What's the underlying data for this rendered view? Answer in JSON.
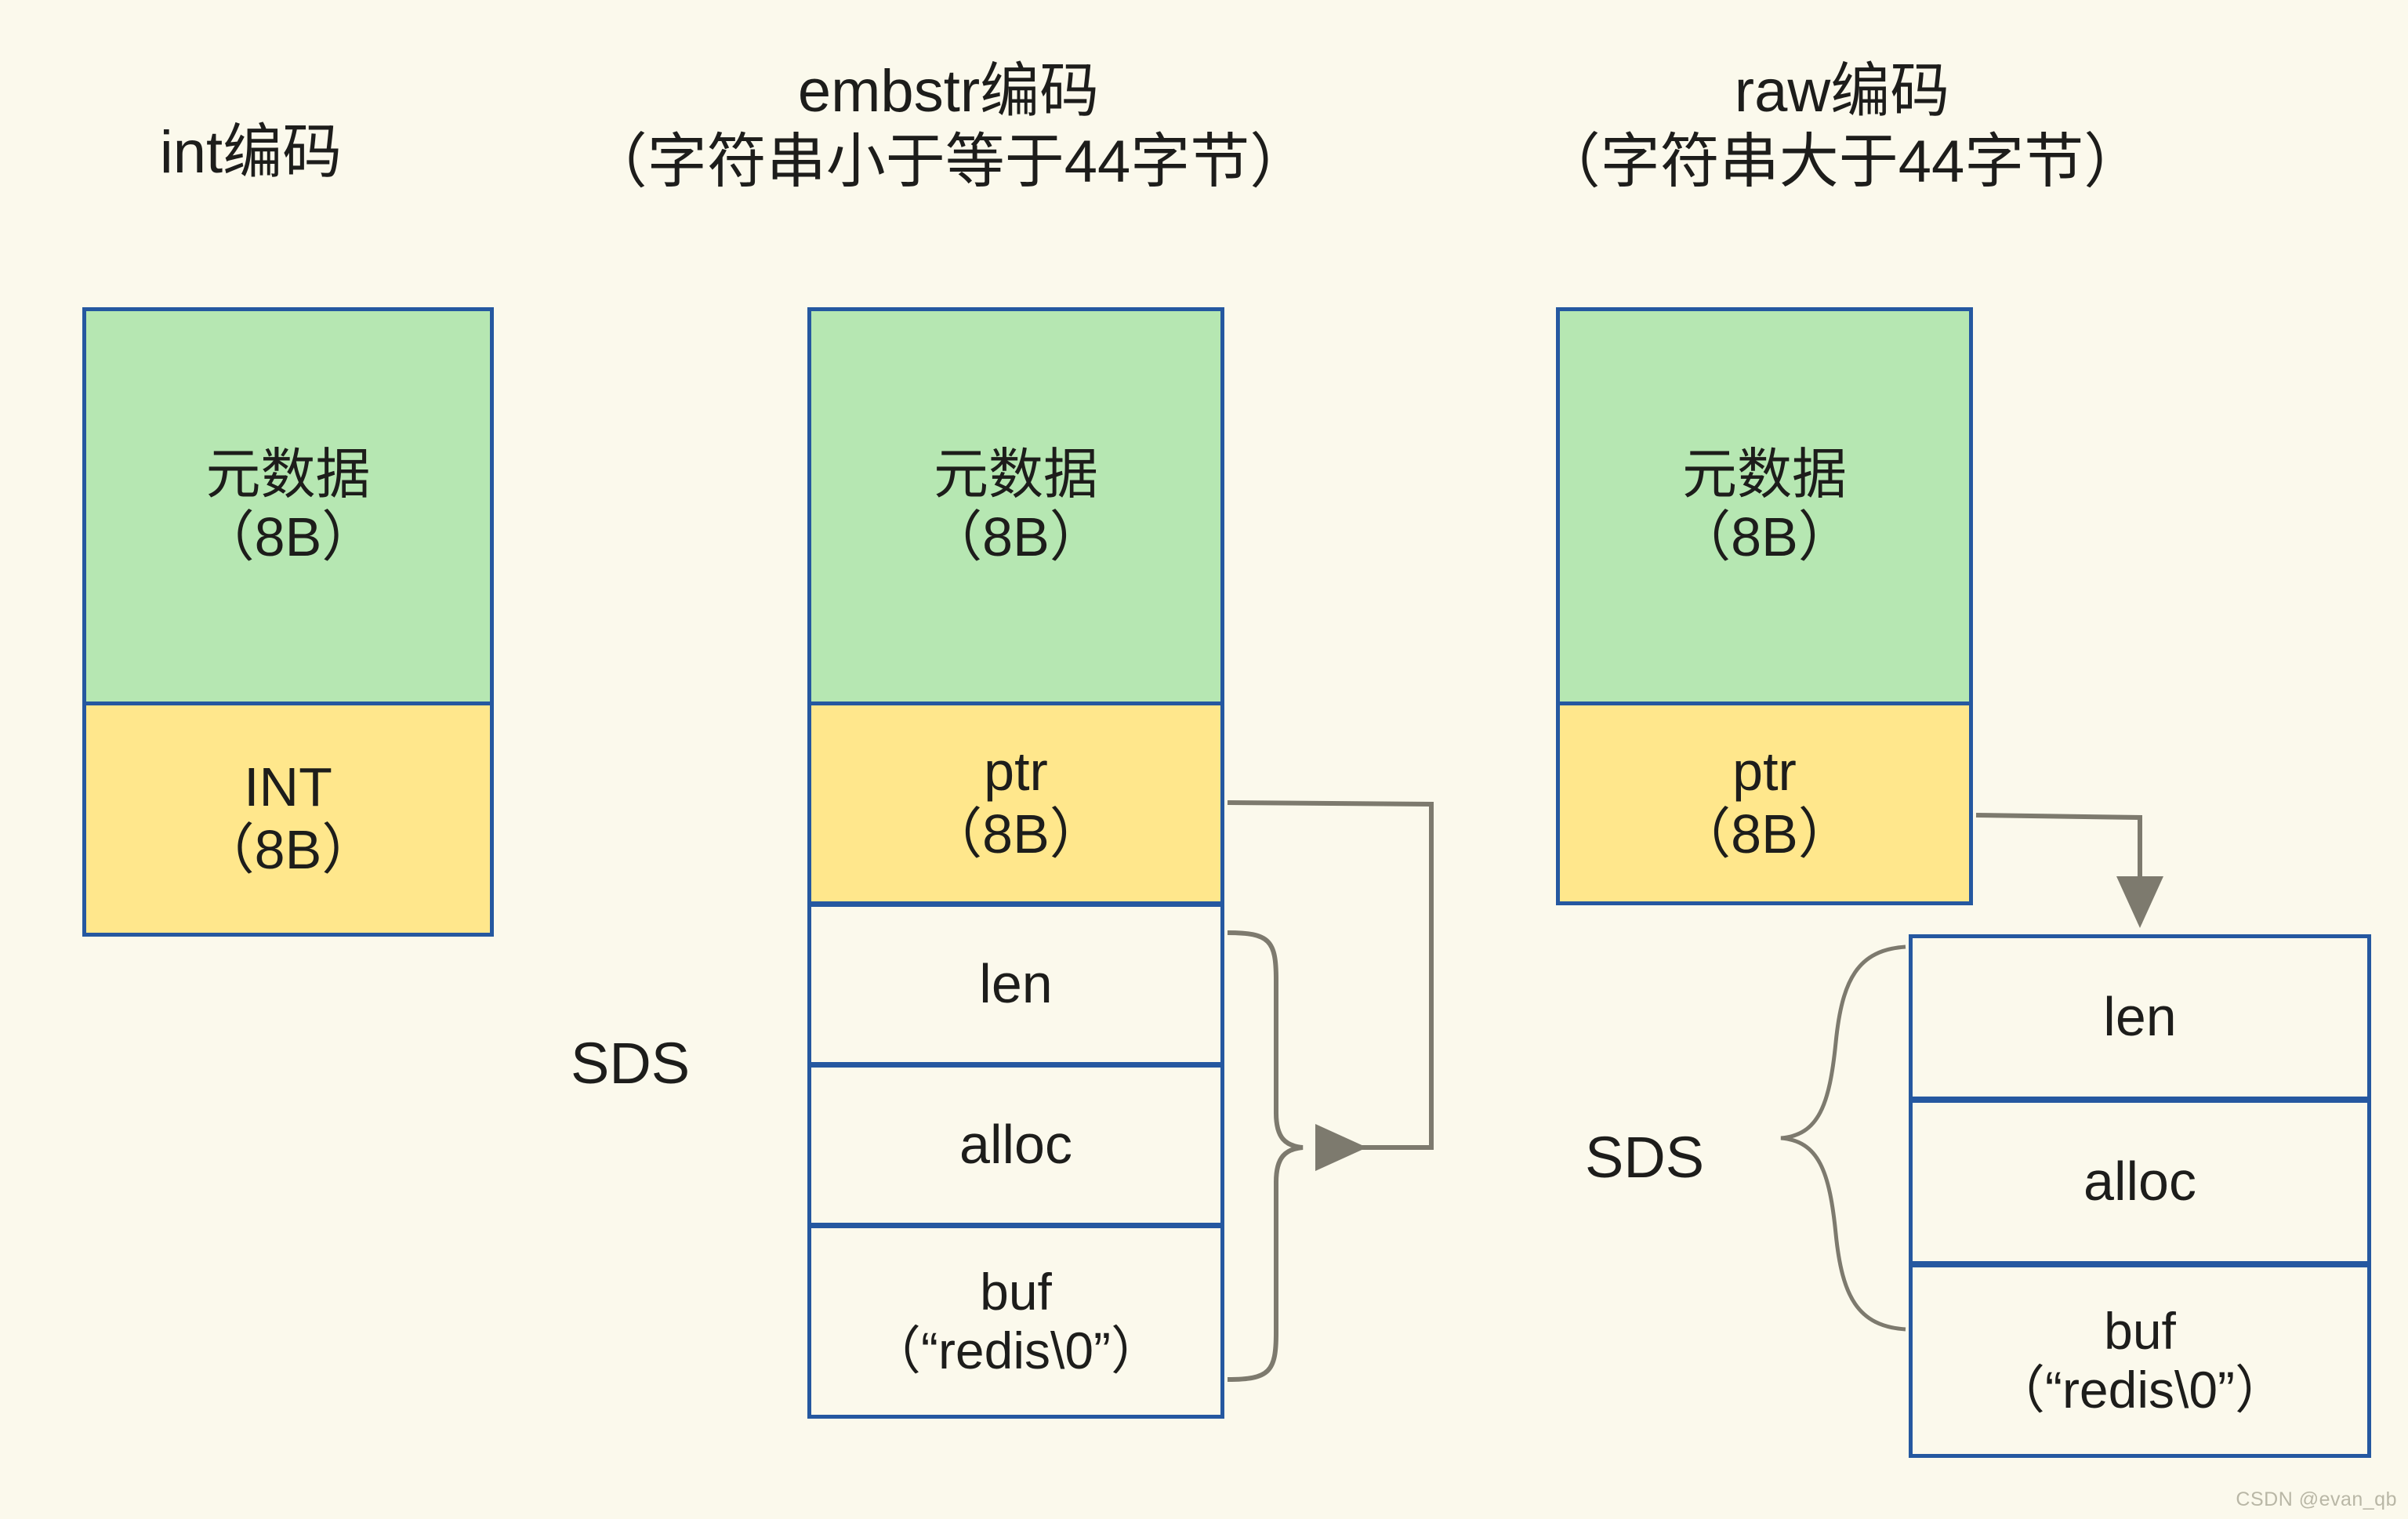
{
  "page": {
    "background_color": "#fbf9ec",
    "border_color": "#2558a0",
    "green_color": "#b6e7b2",
    "yellow_color": "#ffe78c",
    "connector_color": "#7d7a6e",
    "watermark": "CSDN @evan_qb"
  },
  "columns": [
    {
      "id": "int",
      "heading": "int编码",
      "cells": [
        {
          "label": "元数据\n（8B）",
          "fill": "green"
        },
        {
          "label": "INT\n（8B）",
          "fill": "yellow"
        }
      ]
    },
    {
      "id": "embstr",
      "heading": "embstr编码\n（字符串小于等于44字节）",
      "sds_label": "SDS",
      "cells": [
        {
          "label": "元数据\n（8B）",
          "fill": "green"
        },
        {
          "label": "ptr\n（8B）",
          "fill": "yellow"
        },
        {
          "label": "len",
          "fill": "plain"
        },
        {
          "label": "alloc",
          "fill": "plain"
        },
        {
          "label": "buf\n（“redis\\0”）",
          "fill": "plain"
        }
      ]
    },
    {
      "id": "raw",
      "heading": "raw编码\n（字符串大于44字节）",
      "sds_label": "SDS",
      "cells": [
        {
          "label": "元数据\n（8B）",
          "fill": "green"
        },
        {
          "label": "ptr\n（8B）",
          "fill": "yellow"
        },
        {
          "label": "len",
          "fill": "plain"
        },
        {
          "label": "alloc",
          "fill": "plain"
        },
        {
          "label": "buf\n（“redis\\0”）",
          "fill": "plain"
        }
      ]
    }
  ]
}
